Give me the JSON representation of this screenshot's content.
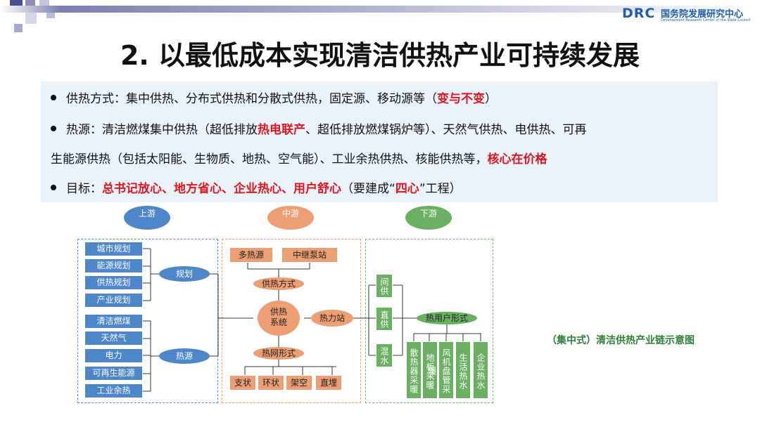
{
  "header": {
    "logo_abbr": "DRC",
    "logo_cn": "国务院发展研究中心",
    "logo_en": "Development Research Center of the State Council"
  },
  "title": "2.  以最低成本实现清洁供热产业可持续发展",
  "bullets": {
    "b1_prefix": "供热方式：集中供热、分布式供热和分散式供热，固定源、移动源等（",
    "b1_red": "变与不变",
    "b1_suffix": "）",
    "b2_prefix": "热源：清洁燃煤集中供热（超低排放",
    "b2_red1": "热电联产",
    "b2_mid": "、超低排放燃煤锅炉等）、天然气供热、电供热、可再",
    "b2_line2": "生能源供热（包括太阳能、生物质、地热、空气能）、工业余热供热、核能供热等，",
    "b2_red2": "核心在价格",
    "b3_prefix": "目标：",
    "b3_red": "总书记放心、地方省心、企业热心、用户舒心",
    "b3_mid": "（要建成“",
    "b3_red2": "四心",
    "b3_suffix": "”工程）"
  },
  "diagram": {
    "stages": [
      "上游",
      "中游",
      "下游"
    ],
    "upstream_plan": [
      "城市规划",
      "能源规划",
      "供热规划",
      "产业规划"
    ],
    "upstream_plan_label": "规划",
    "upstream_source": [
      "清洁燃煤",
      "天然气",
      "电力",
      "可再生能源",
      "工业余热"
    ],
    "upstream_source_label": "热源",
    "mid_top": [
      "多热源",
      "中继泵站"
    ],
    "mid_method": "供热方式",
    "mid_system": "供热\n系统",
    "mid_station": "热力站",
    "mid_net": "热网形式",
    "mid_net_types": [
      "支状",
      "环状",
      "架空",
      "直埋"
    ],
    "down_supply": [
      "间供",
      "直供",
      "混水"
    ],
    "down_user_form": "热用户形式",
    "down_forms": [
      "散热器采暖",
      "地板采暖",
      "风机盘管采暖",
      "生活热水",
      "企业热水"
    ],
    "caption": "（集中式）清洁供热产业链示意图"
  },
  "colors": {
    "blue": "#4d86c9",
    "orange": "#ee9e73",
    "green": "#6ab061",
    "red": "#e0161e"
  }
}
